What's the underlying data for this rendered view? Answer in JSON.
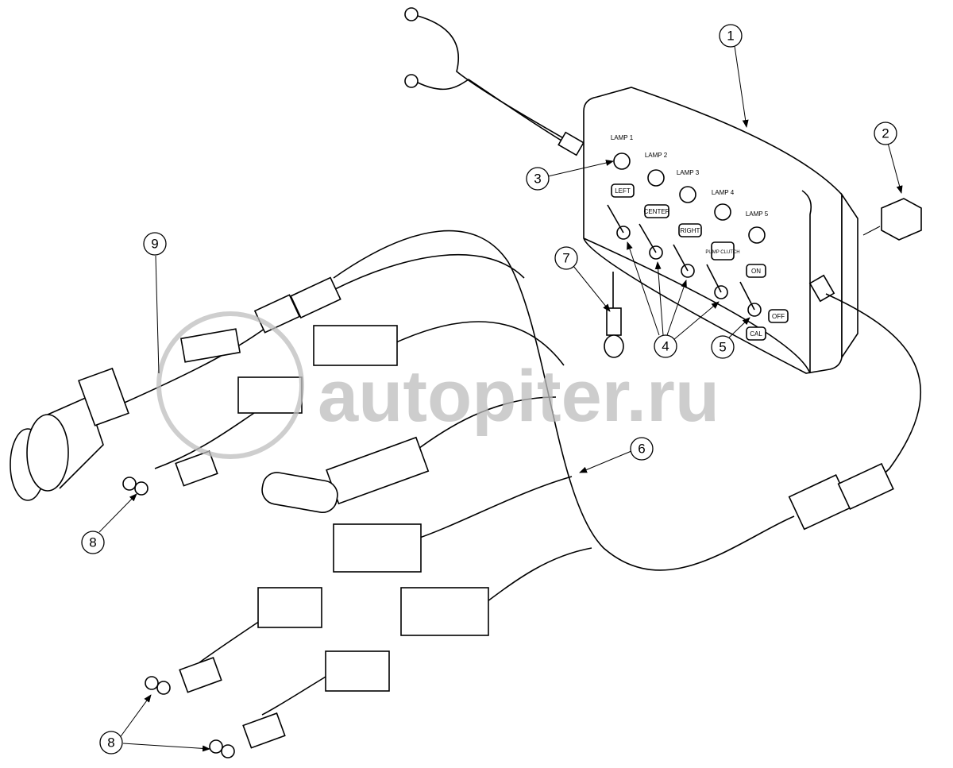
{
  "diagram": {
    "callouts": [
      "1",
      "2",
      "3",
      "4",
      "5",
      "6",
      "7",
      "8",
      "8",
      "9"
    ],
    "panel": {
      "lamps": [
        "LAMP 1",
        "LAMP 2",
        "LAMP 3",
        "LAMP 4",
        "LAMP 5"
      ],
      "switch_labels": [
        "LEFT",
        "CENTER",
        "RIGHT",
        "PUMP CLUTCH",
        "ON",
        "OFF",
        "CAL"
      ]
    },
    "watermark": "autopiter.ru"
  }
}
